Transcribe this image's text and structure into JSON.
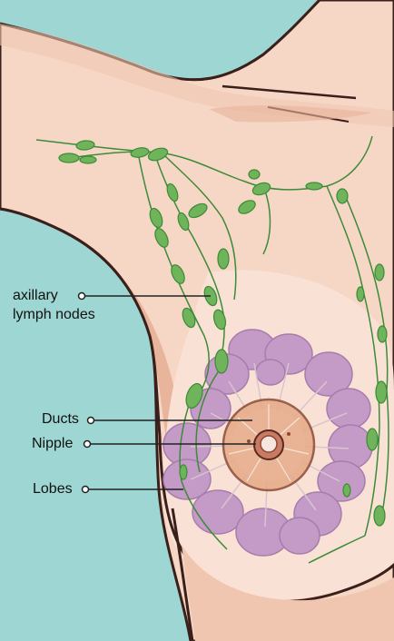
{
  "labels": {
    "axillary_line1": "axillary",
    "axillary_line2": "lymph nodes",
    "ducts": "Ducts",
    "nipple": "Nipple",
    "lobes": "Lobes"
  },
  "colors": {
    "background": "#9dd6d2",
    "skin": "#f6d7c6",
    "skin_shadow": "#e8b49c",
    "breast_light": "#f9e2d5",
    "lobe": "#c49ac6",
    "lobe_edge": "#a67dad",
    "areola": "#e6a987",
    "areola_edge": "#8a4a35",
    "nipple": "#c97a63",
    "lymph_node": "#6fb35a",
    "lymph_vessel": "#3d8a38",
    "outline": "#3a1f1a"
  }
}
